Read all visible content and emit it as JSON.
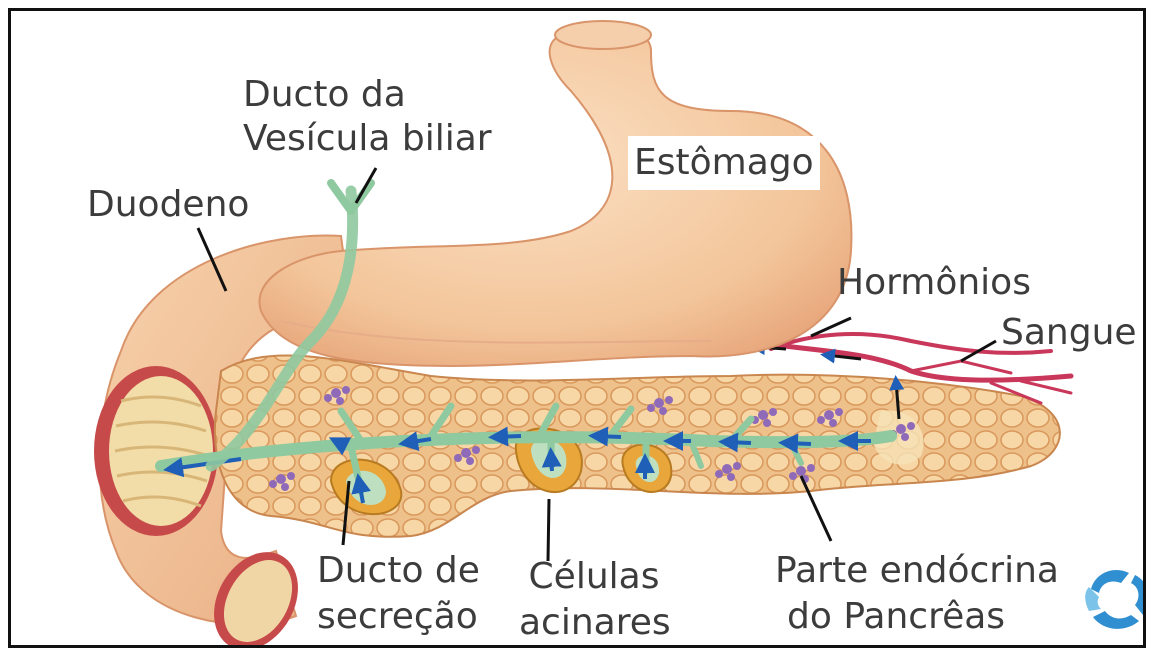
{
  "labels": {
    "ducto_vesicula_line1": "Ducto da",
    "ducto_vesicula_line2": "Vesícula biliar",
    "duodeno": "Duodeno",
    "estomago": "Estômago",
    "hormonios": "Hormônios",
    "sangue": "Sangue",
    "ducto_secrecao_line1": "Ducto de",
    "ducto_secrecao_line2": "secreção",
    "celulas_line1": "Células",
    "celulas_line2": "acinares",
    "parte_line1": "Parte endócrina",
    "parte_line2": "do Pancrêas"
  },
  "colors": {
    "stomach": "#f4c9a0",
    "duodenum": "#f2c298",
    "pancreas": "#e9b57f",
    "duct": "#8fc9a0",
    "arrow": "#1f5fb8",
    "blood": "#c9385a",
    "acinar": "#e9a63a",
    "islet": "#8f6ab8",
    "logo": "#2f8fd0"
  },
  "icons": {
    "logo": "brand-logo-icon"
  }
}
